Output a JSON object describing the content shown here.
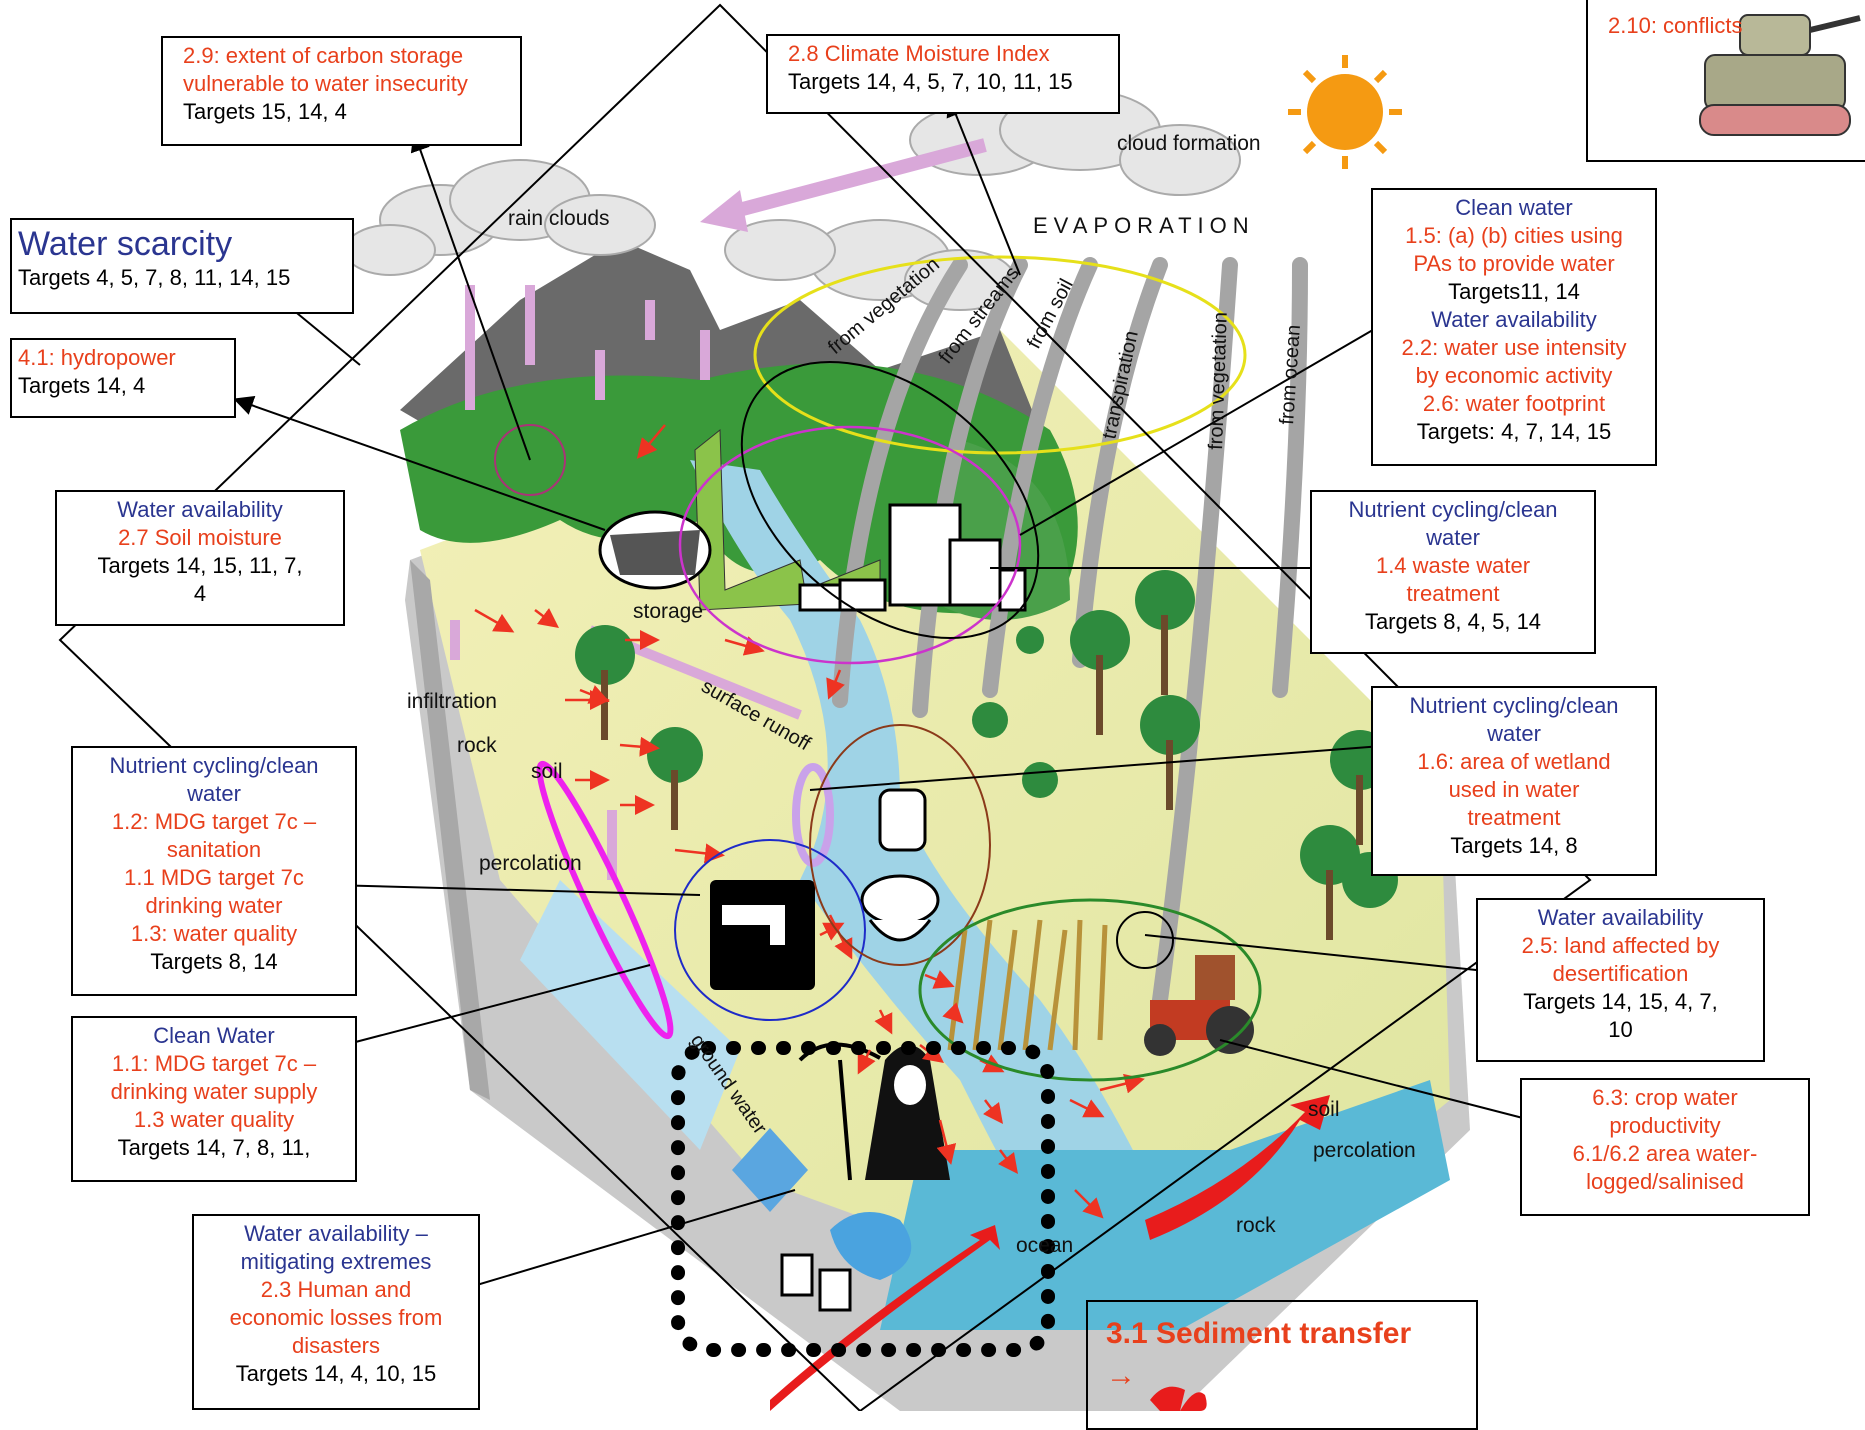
{
  "boxes": {
    "water_scarcity": {
      "title": "Water scarcity",
      "targets": "Targets 4, 5, 7, 8, 11, 14, 15"
    },
    "hydropower": {
      "item": "4.1: hydropower",
      "targets": "Targets 14, 4"
    },
    "carbon": {
      "item1": "2.9: extent of carbon storage",
      "item2": "vulnerable to water insecurity",
      "targets": "Targets 15, 14, 4"
    },
    "climate": {
      "item": "2.8 Climate Moisture Index",
      "targets": "Targets 14, 4, 5, 7, 10, 11, 15"
    },
    "conflicts": {
      "item": "2.10: conflicts"
    },
    "clean_water_cities": {
      "h1": "Clean water",
      "i1": "1.5: (a) (b) cities using",
      "i2": "PAs to provide water",
      "t1": "Targets11, 14",
      "h2": "Water availability",
      "i3": "2.2: water use intensity",
      "i4": "by economic activity",
      "i5": "2.6: water footprint",
      "t2": "Targets: 4, 7, 14, 15"
    },
    "soil_moisture": {
      "h": "Water availability",
      "i": "2.7 Soil moisture",
      "t1": "Targets 14, 15, 11, 7,",
      "t2": "4"
    },
    "waste_water": {
      "h1": "Nutrient cycling/clean",
      "h2": "water",
      "i1": "1.4 waste water",
      "i2": "treatment",
      "t": "Targets 8, 4, 5, 14"
    },
    "wetland": {
      "h1": "Nutrient cycling/clean",
      "h2": "water",
      "i1": "1.6: area of wetland",
      "i2": "used in water",
      "i3": "treatment",
      "t": "Targets 14, 8"
    },
    "sanitation": {
      "h1": "Nutrient cycling/clean",
      "h2": "water",
      "i1": "1.2: MDG target 7c –",
      "i2": "sanitation",
      "i3": "1.1 MDG target 7c",
      "i4": "drinking water",
      "i5": "1.3: water quality",
      "t": "Targets 8, 14"
    },
    "desertification": {
      "h": "Water availability",
      "i1": "2.5: land affected by",
      "i2": "desertification",
      "t1": "Targets 14, 15, 4, 7,",
      "t2": "10"
    },
    "clean_water_supply": {
      "h": "Clean Water",
      "i1": "1.1: MDG target 7c –",
      "i2": "drinking water supply",
      "i3": "1.3 water quality",
      "t": "Targets 14, 7, 8, 11,"
    },
    "crop": {
      "i1": "6.3: crop water",
      "i2": "productivity",
      "i3": "6.1/6.2 area water-",
      "i4": "logged/salinised"
    },
    "extremes": {
      "h1": "Water availability –",
      "h2": "mitigating extremes",
      "i1": "2.3 Human and",
      "i2": "economic losses from",
      "i3": "disasters",
      "t": "Targets 14, 4, 10, 15"
    },
    "sediment": {
      "title": "3.1 Sediment transfer",
      "arrow": "→"
    }
  },
  "labels": {
    "rain_clouds": "rain clouds",
    "cloud_formation": "cloud formation",
    "evaporation": "EVAPORATION",
    "from_vegetation_1": "from vegetation",
    "from_streams": "from streams",
    "from_soil": "from soil",
    "transpiration": "transpiration",
    "from_vegetation_2": "from vegetation",
    "from_ocean": "from ocean",
    "storage": "storage",
    "infiltration": "infiltration",
    "rock_1": "rock",
    "soil_1": "soil",
    "percolation_1": "percolation",
    "surface_runoff": "surface runoff",
    "ground_water": "ground water",
    "ocean": "ocean",
    "soil_2": "soil",
    "percolation_2": "percolation",
    "rock_2": "rock"
  },
  "colors": {
    "heading": "#2a3590",
    "indicator": "#e8401c",
    "targets": "#000000"
  }
}
